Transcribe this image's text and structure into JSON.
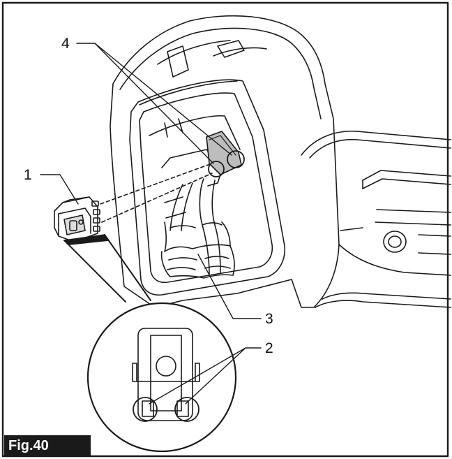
{
  "callouts": [
    {
      "id": "1",
      "text": "1"
    },
    {
      "id": "2",
      "text": "2"
    },
    {
      "id": "3",
      "text": "3"
    },
    {
      "id": "4",
      "text": "4"
    }
  ],
  "figure_label": "Fig.40",
  "colors": {
    "ink": "#1a1a1a",
    "shade": "#bdbdbd",
    "background": "#ffffff"
  }
}
